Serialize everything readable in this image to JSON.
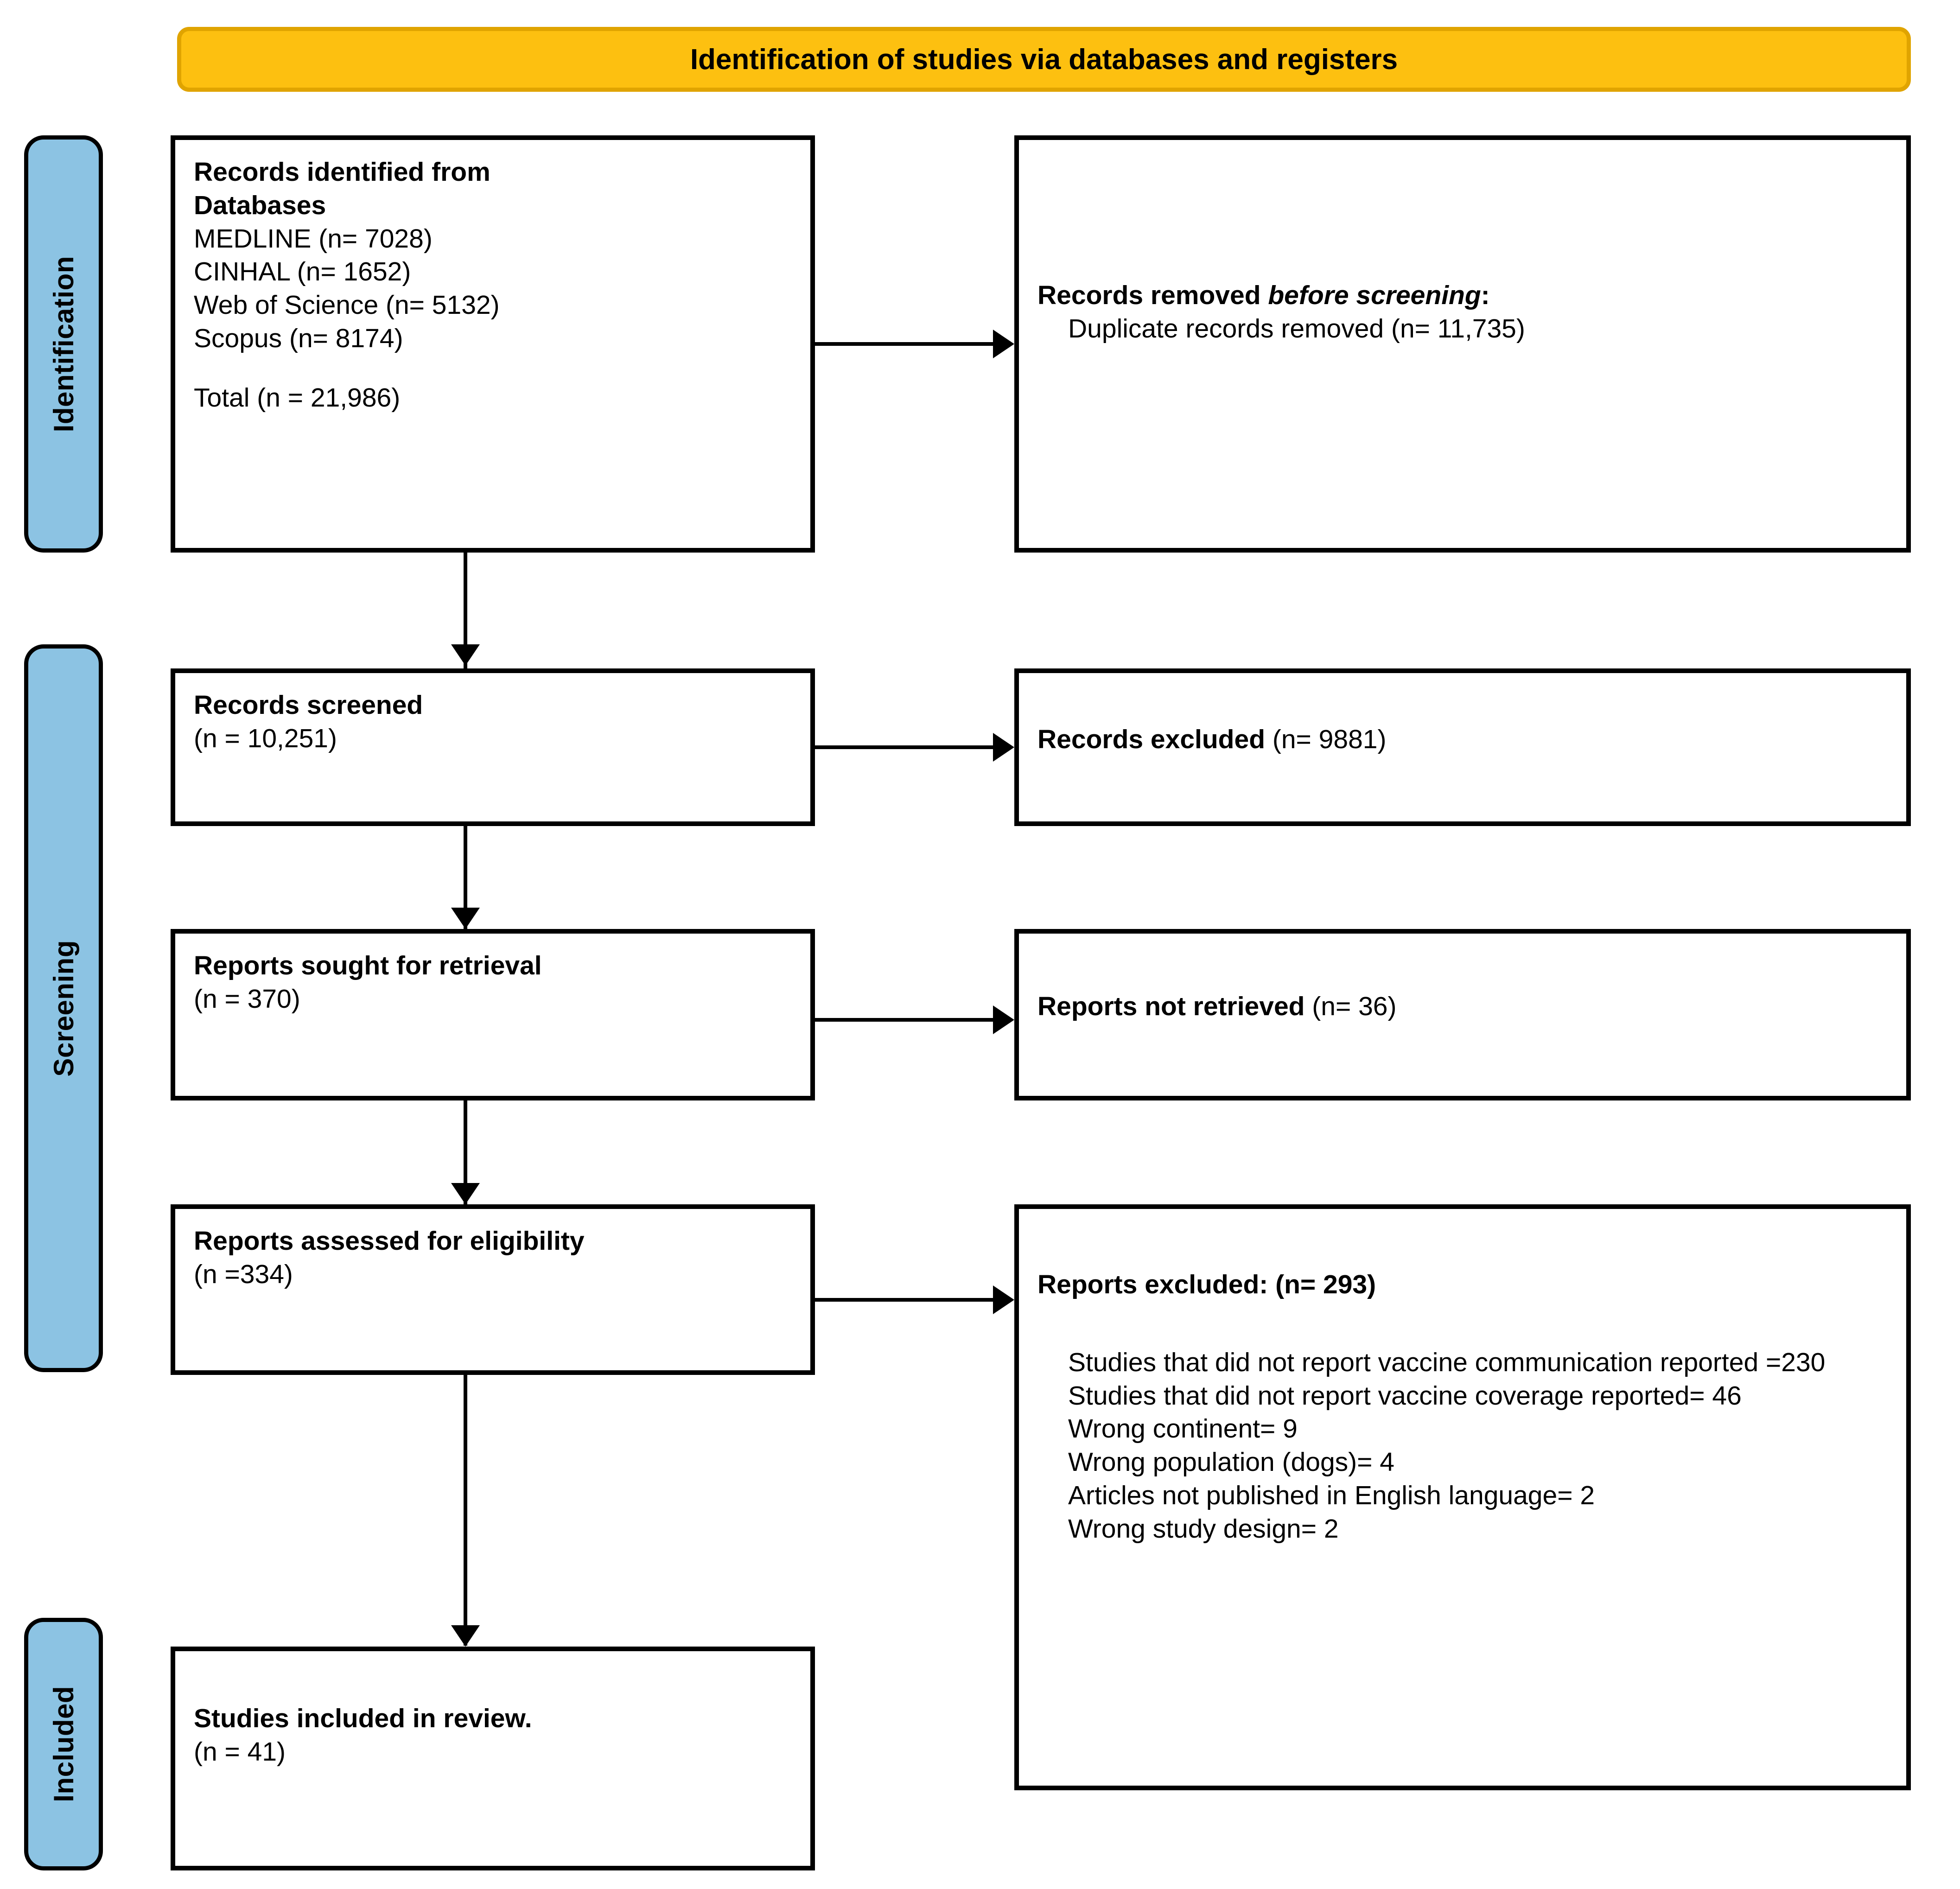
{
  "banner": {
    "title": "Identification of studies via databases and registers"
  },
  "phases": [
    {
      "label": "Identification"
    },
    {
      "label": "Screening"
    },
    {
      "label": "Included"
    }
  ],
  "boxes": {
    "identified": {
      "heading_line1": "Records identified from",
      "heading_line2": "Databases",
      "sources": [
        "MEDLINE (n= 7028)",
        "CINHAL (n= 1652)",
        "Web of Science (n= 5132)",
        "Scopus (n= 8174)"
      ],
      "total": "Total (n = 21,986)"
    },
    "removed": {
      "heading_prefix": "Records removed ",
      "heading_italic": "before screening",
      "heading_suffix": ":",
      "detail": "Duplicate records removed (n= 11,735)"
    },
    "screened": {
      "heading": "Records screened",
      "count": "(n = 10,251)"
    },
    "excluded_records": {
      "heading": "Records excluded ",
      "count": "(n= 9881)"
    },
    "sought": {
      "heading": "Reports sought for retrieval",
      "count": "(n = 370)"
    },
    "not_retrieved": {
      "heading": "Reports not retrieved ",
      "count": "(n= 36)"
    },
    "assessed": {
      "heading": "Reports assessed for eligibility",
      "count": "(n =334)"
    },
    "excluded_reports": {
      "heading": "Reports excluded: (n= 293)",
      "reasons": [
        "Studies that did not report vaccine communication reported =230",
        "Studies that did not report vaccine coverage reported= 46",
        "Wrong continent= 9",
        "Wrong population (dogs)= 4",
        "Articles not published in English language= 2",
        "Wrong study design= 2"
      ]
    },
    "included": {
      "heading": "Studies included in review.",
      "count": "(n = 41)"
    }
  },
  "colors": {
    "banner_fill": "#fdc010",
    "phase_fill": "#8cc3e3",
    "border": "#000000"
  }
}
